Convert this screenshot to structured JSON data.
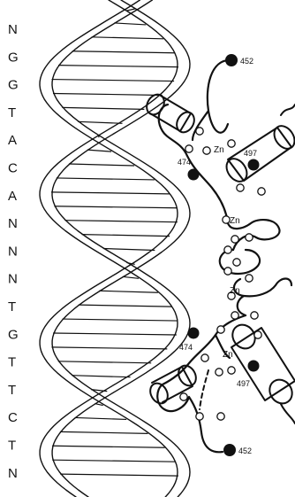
{
  "sequence": [
    "N",
    "G",
    "G",
    "T",
    "A",
    "C",
    "A",
    "N",
    "N",
    "N",
    "T",
    "G",
    "T",
    "T",
    "C",
    "T",
    "N"
  ],
  "labels": {
    "top_452": "452",
    "top_497": "497",
    "top_474": "474",
    "bot_474": "474",
    "bot_497": "497",
    "bot_452": "452"
  },
  "zn": {
    "zn1": "Zn",
    "zn2": "Zn",
    "zn3": "Zn",
    "zn4": "Zn"
  },
  "icons": {
    "helix": "dna-double-helix",
    "protein": "zinc-finger-protein-dimer"
  }
}
